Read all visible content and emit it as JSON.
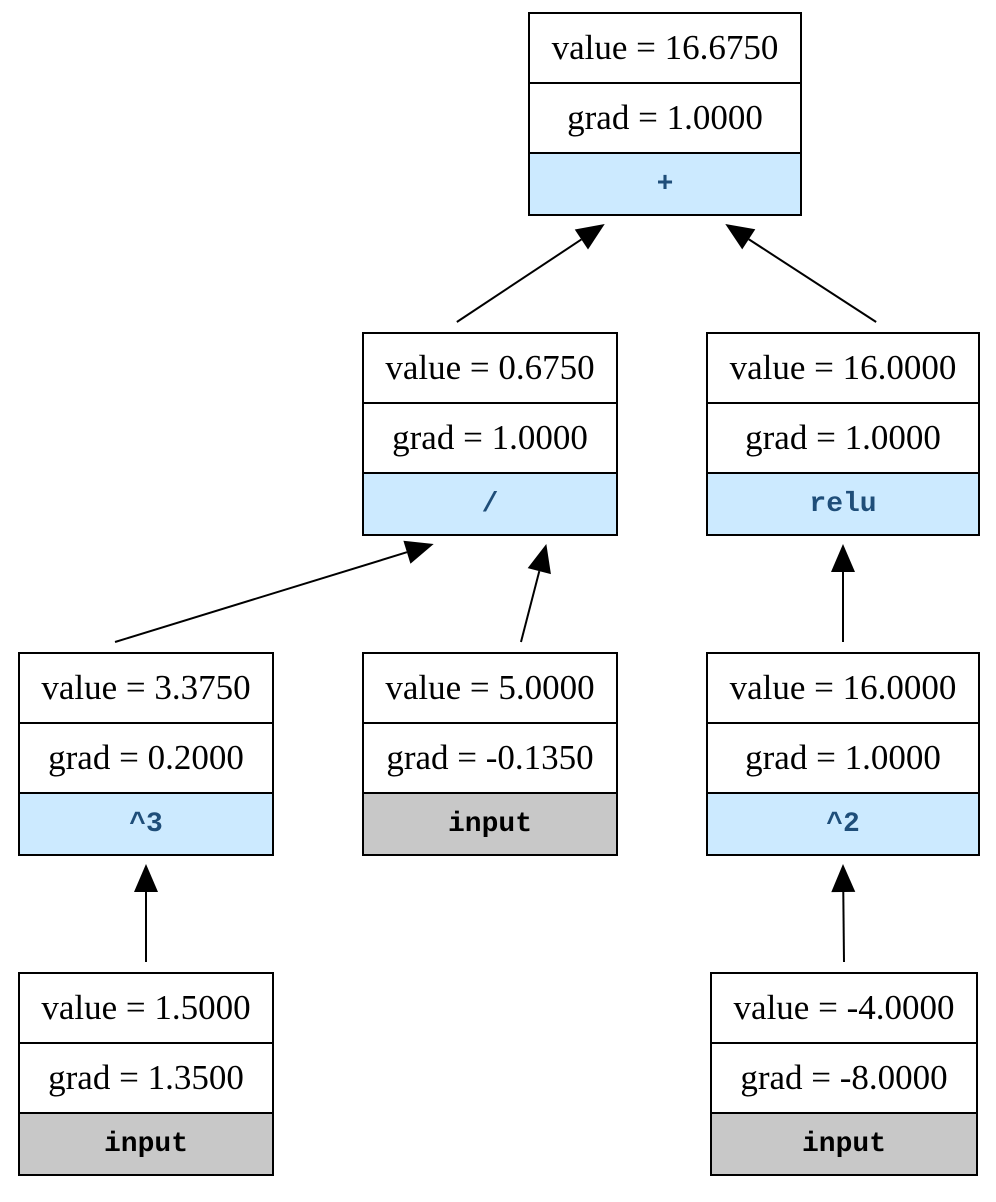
{
  "nodes": [
    {
      "id": "sum",
      "value": "value = 16.6750",
      "grad": "grad = 1.0000",
      "op": "+",
      "kind": "op"
    },
    {
      "id": "div",
      "value": "value = 0.6750",
      "grad": "grad = 1.0000",
      "op": "/",
      "kind": "op"
    },
    {
      "id": "relu",
      "value": "value = 16.0000",
      "grad": "grad = 1.0000",
      "op": "relu",
      "kind": "op"
    },
    {
      "id": "cube",
      "value": "value = 3.3750",
      "grad": "grad = 0.2000",
      "op": "^3",
      "kind": "op"
    },
    {
      "id": "input5",
      "value": "value = 5.0000",
      "grad": "grad = -0.1350",
      "op": "input",
      "kind": "input"
    },
    {
      "id": "square",
      "value": "value = 16.0000",
      "grad": "grad = 1.0000",
      "op": "^2",
      "kind": "op"
    },
    {
      "id": "input15",
      "value": "value = 1.5000",
      "grad": "grad = 1.3500",
      "op": "input",
      "kind": "input"
    },
    {
      "id": "inputm4",
      "value": "value = -4.0000",
      "grad": "grad = -8.0000",
      "op": "input",
      "kind": "input"
    }
  ],
  "edges": [
    {
      "from": "div",
      "to": "sum"
    },
    {
      "from": "relu",
      "to": "sum"
    },
    {
      "from": "cube",
      "to": "div"
    },
    {
      "from": "input5",
      "to": "div"
    },
    {
      "from": "square",
      "to": "relu"
    },
    {
      "from": "input15",
      "to": "cube"
    },
    {
      "from": "inputm4",
      "to": "square"
    }
  ],
  "colors": {
    "op_fill": "#cceaff",
    "input_fill": "#c8c8c8",
    "op_text": "#1f4e79",
    "border": "#000000"
  }
}
